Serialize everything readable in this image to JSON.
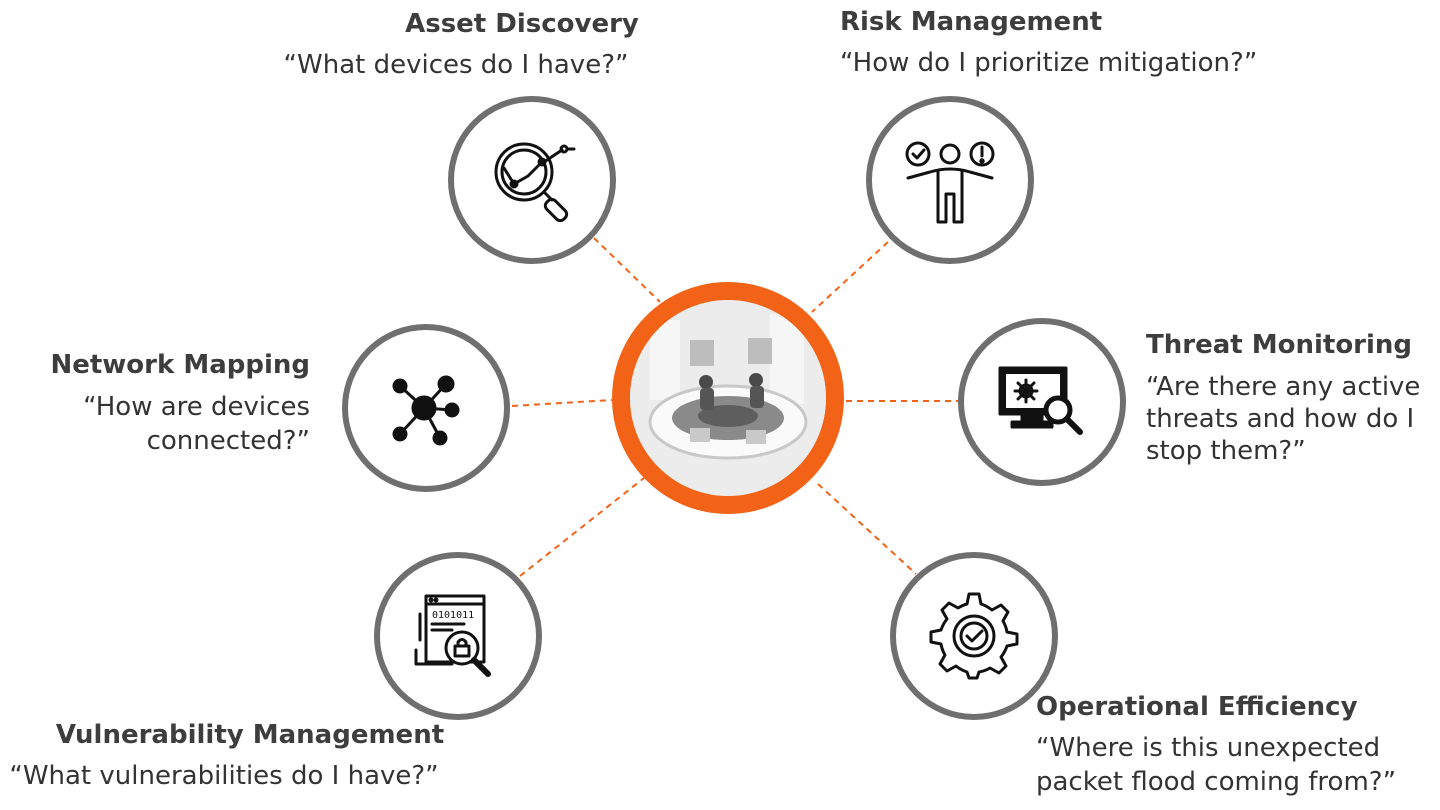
{
  "nodes": {
    "asset_discovery": {
      "title": "Asset Discovery",
      "question": "“What devices do I have?”",
      "icon": "analytics-magnifier-icon"
    },
    "risk_management": {
      "title": "Risk Management",
      "question": "“How do I prioritize mitigation?”",
      "icon": "person-decision-icon"
    },
    "network_mapping": {
      "title": "Network Mapping",
      "question_line1": "“How are devices",
      "question_line2": "connected?”",
      "icon": "network-hub-icon"
    },
    "threat_monitoring": {
      "title": "Threat Monitoring",
      "question_line1": "“Are there any active",
      "question_line2": "threats and how do I",
      "question_line3": "stop them?”",
      "icon": "monitor-virus-search-icon"
    },
    "vulnerability_management": {
      "title": "Vulnerability Management",
      "question": "“What vulnerabilities do I have?”",
      "icon": "code-lock-search-icon"
    },
    "operational_efficiency": {
      "title": "Operational Efficiency",
      "question_line1": "“Where is this unexpected",
      "question_line2": "packet flood coming from?”",
      "icon": "gear-check-icon"
    }
  },
  "hub": {
    "image": "security-operations-center-image"
  },
  "colors": {
    "accent": "#f26318",
    "circle_border": "#6f6f6f",
    "title_text": "#3d3d3d",
    "body_text": "#333333"
  }
}
